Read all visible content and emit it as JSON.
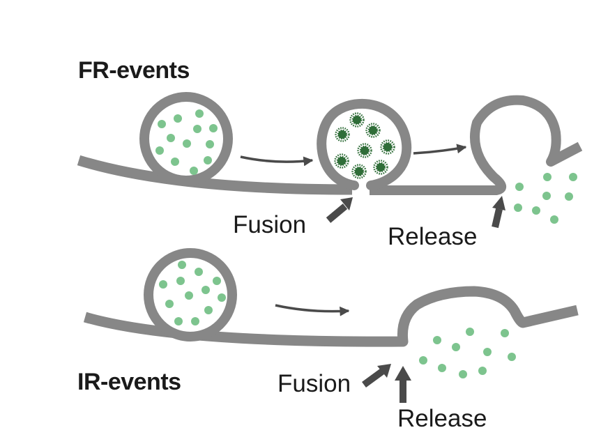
{
  "fr_section": {
    "title": "FR-events",
    "fusion_label": "Fusion",
    "release_label": "Release"
  },
  "ir_section": {
    "title": "IR-events",
    "fusion_label": "Fusion",
    "release_label": "Release"
  },
  "colors": {
    "membrane": "#878787",
    "cargo_light": "#7dc48e",
    "cargo_dark": "#2f6d38",
    "arrow": "#4a4a4a",
    "text": "#1a1a1a"
  }
}
